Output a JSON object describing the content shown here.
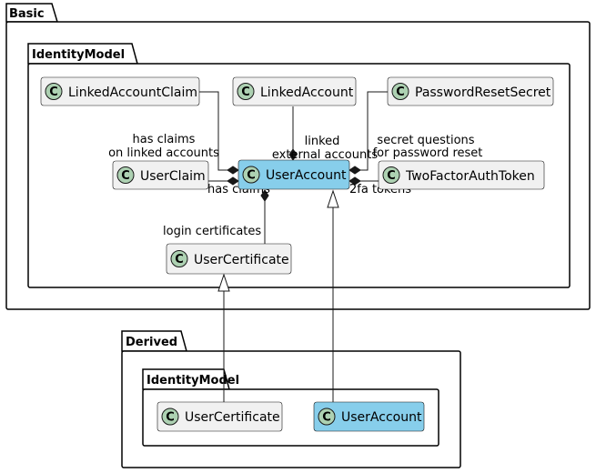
{
  "packages": {
    "basic": {
      "title": "Basic"
    },
    "basic_identity": {
      "title": "IdentityModel"
    },
    "derived": {
      "title": "Derived"
    },
    "derived_identity": {
      "title": "IdentityModel"
    }
  },
  "classes": {
    "linked_account_claim": {
      "name": "LinkedAccountClaim",
      "stereotype_glyph": "C"
    },
    "linked_account": {
      "name": "LinkedAccount",
      "stereotype_glyph": "C"
    },
    "password_reset_secret": {
      "name": "PasswordResetSecret",
      "stereotype_glyph": "C"
    },
    "user_claim": {
      "name": "UserClaim",
      "stereotype_glyph": "C"
    },
    "user_account": {
      "name": "UserAccount",
      "stereotype_glyph": "C",
      "highlight": "#87CEEB"
    },
    "two_factor_auth_token": {
      "name": "TwoFactorAuthToken",
      "stereotype_glyph": "C"
    },
    "user_certificate": {
      "name": "UserCertificate",
      "stereotype_glyph": "C"
    },
    "derived_user_certificate": {
      "name": "UserCertificate",
      "stereotype_glyph": "C"
    },
    "derived_user_account": {
      "name": "UserAccount",
      "stereotype_glyph": "C",
      "highlight": "#87CEEB"
    }
  },
  "labels": {
    "has_claims_linked_1": "has claims",
    "has_claims_linked_2": "on linked accounts",
    "linked_ext_1": "linked",
    "linked_ext_2": "external accounts",
    "secret_q_1": "secret questions",
    "secret_q_2": "for password reset",
    "has_claims": "has claims",
    "twofa_tokens": "2fa tokens",
    "login_certificates": "login certificates"
  },
  "colors": {
    "class_fill": "#F1F1F1",
    "highlight_fill": "#87CEEB",
    "circle_fill": "#ADD1B2"
  }
}
